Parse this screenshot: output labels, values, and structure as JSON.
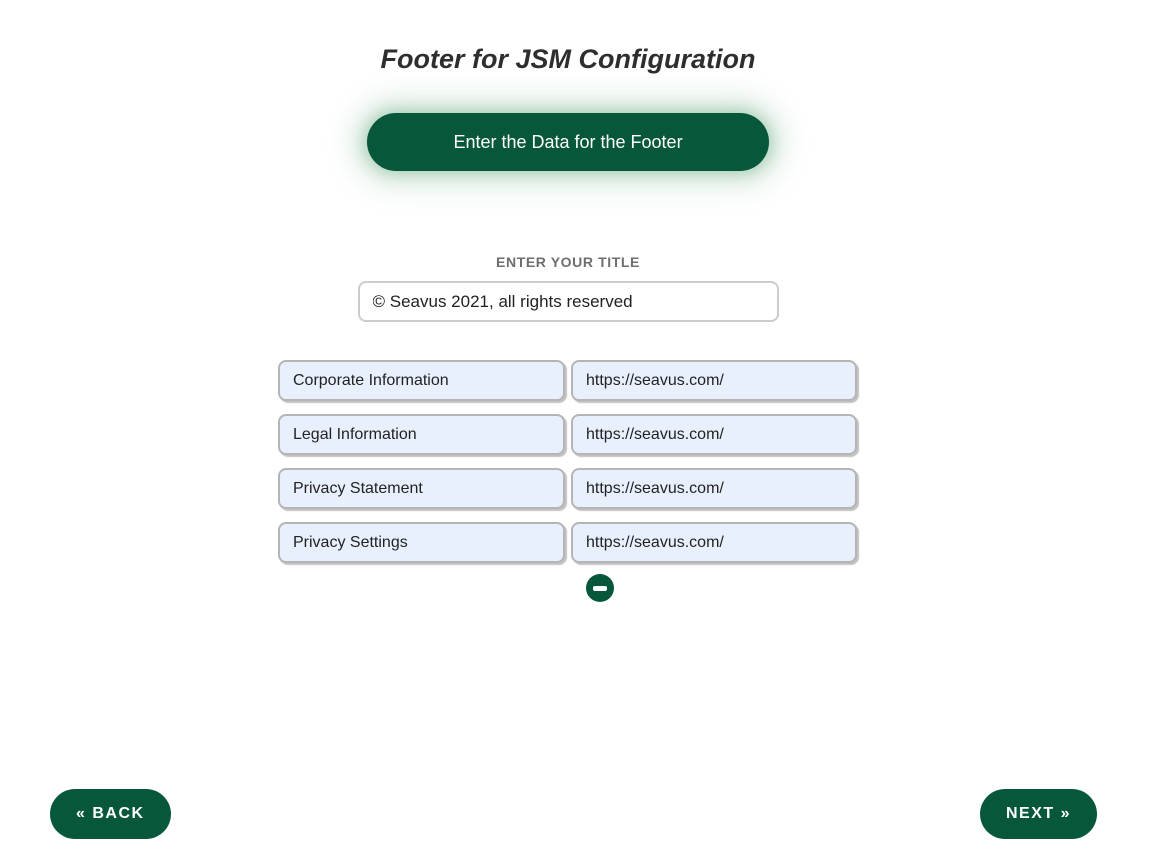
{
  "page": {
    "title": "Footer for JSM Configuration"
  },
  "header_button": {
    "label": "Enter the Data for the Footer"
  },
  "form": {
    "title_label": "ENTER YOUR TITLE",
    "title_value": "© Seavus 2021, all rights reserved",
    "rows": [
      {
        "label": "Corporate Information",
        "url": "https://seavus.com/"
      },
      {
        "label": "Legal Information",
        "url": "https://seavus.com/"
      },
      {
        "label": "Privacy Statement",
        "url": "https://seavus.com/"
      },
      {
        "label": "Privacy Settings",
        "url": "https://seavus.com/"
      }
    ],
    "remove_icon": "minus-icon"
  },
  "nav": {
    "back_label": "« BACK",
    "next_label": "NEXT »"
  },
  "colors": {
    "accent_green": "#07583a",
    "row_input_bg": "#e8f0fe",
    "input_border_gray": "#b5b5b5",
    "title_input_border": "#cccccc",
    "label_gray": "#6e6e6e",
    "heading_text": "#2e2e2e",
    "button_text": "#ffffff"
  }
}
